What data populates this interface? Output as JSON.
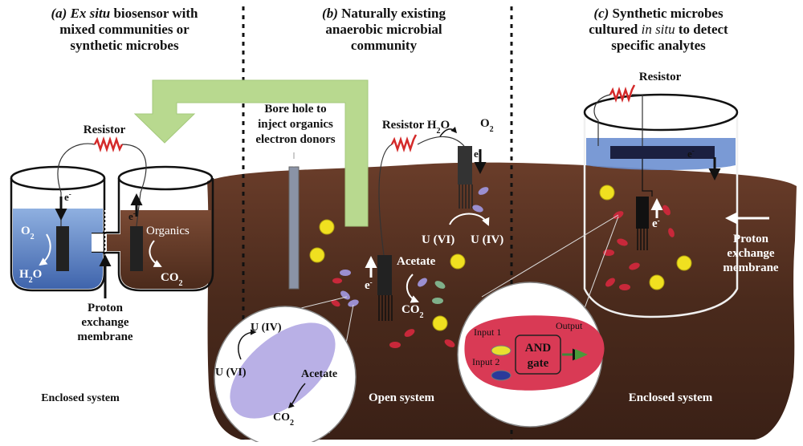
{
  "panels": {
    "a": {
      "title_prefix": "(a)",
      "title_italic": "Ex situ",
      "title_rest": "biosensor with",
      "title_line2": "mixed communities or",
      "title_line3": "synthetic microbes",
      "resistor": "Resistor",
      "electron": "e",
      "electron_sup": "-",
      "o2": "O",
      "o2_sub": "2",
      "h2o": "H",
      "h2o_sub": "2",
      "h2o_end": "O",
      "organics": "Organics",
      "co2": "CO",
      "co2_sub": "2",
      "membrane_l1": "Proton",
      "membrane_l2": "exchange",
      "membrane_l3": "membrane",
      "system": "Enclosed system"
    },
    "b": {
      "title_prefix": "(b)",
      "title_rest": "Naturally existing",
      "title_line2": "anaerobic microbial",
      "title_line3": "community",
      "borehole_l1": "Bore hole to",
      "borehole_l2": "inject organics",
      "borehole_l3": "electron donors",
      "resistor": "Resistor",
      "h2o": "H",
      "h2o_sub": "2",
      "h2o_end": "O",
      "o2": "O",
      "o2_sub": "2",
      "u6": "U (VI)",
      "u4": "U (IV)",
      "acetate": "Acetate",
      "co2": "CO",
      "co2_sub": "2",
      "electron": "e",
      "electron_sup": "-",
      "inset_u4": "U (IV)",
      "inset_u6": "U (VI)",
      "inset_acetate": "Acetate",
      "inset_co2": "CO",
      "inset_co2_sub": "2",
      "system": "Open system"
    },
    "c": {
      "title_prefix": "(c)",
      "title_rest": "Synthetic microbes",
      "title_line2_a": "cultured",
      "title_line2_italic": "in situ",
      "title_line2_b": "to detect",
      "title_line3": "specific analytes",
      "resistor": "Resistor",
      "electron": "e",
      "electron_sup": "-",
      "membrane_l1": "Proton",
      "membrane_l2": "exchange",
      "membrane_l3": "membrane",
      "inset_input1": "Input 1",
      "inset_input2": "Input 2",
      "inset_output": "Output",
      "inset_gate_l1": "AND",
      "inset_gate_l2": "gate",
      "system": "Enclosed system"
    }
  },
  "colors": {
    "soil": "#4a2a1c",
    "soil_light": "#6b4030",
    "water": "#5b7fc0",
    "arrow_green": "#b8d98f",
    "resistor": "#d42a2a",
    "bacteria_purple": "#9b8fd0",
    "bacteria_red": "#c8283a",
    "uranium": "#f0e020"
  }
}
